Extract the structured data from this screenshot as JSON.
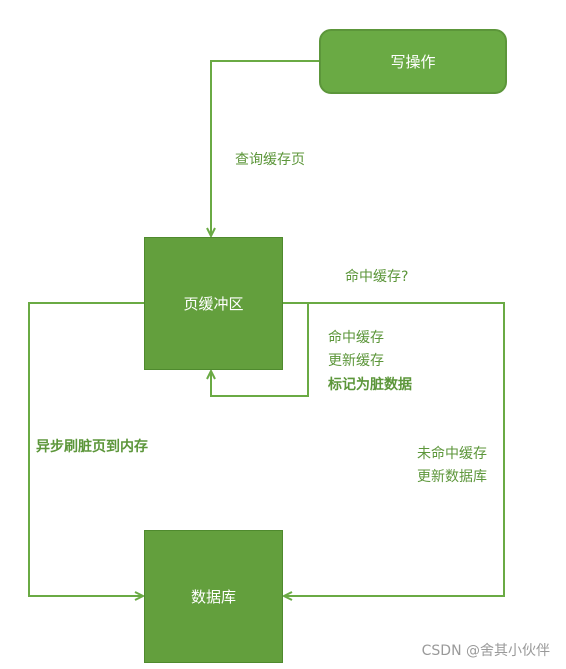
{
  "nodes": {
    "write_op": "写操作",
    "page_buffer": "页缓冲区",
    "database": "数据库"
  },
  "edge_labels": {
    "query_cache_page": "查询缓存页",
    "hit_question": "命中缓存?",
    "hit_line1": "命中缓存",
    "hit_line2": "更新缓存",
    "hit_line3": "标记为脏数据",
    "async_flush": "异步刷脏页到内存",
    "miss_line1": "未命中缓存",
    "miss_line2": "更新数据库"
  },
  "watermark": "CSDN @舍其小伙伴",
  "colors": {
    "node_fill": "#639f3d",
    "edge": "#6aaa44",
    "label": "#5c963a"
  }
}
